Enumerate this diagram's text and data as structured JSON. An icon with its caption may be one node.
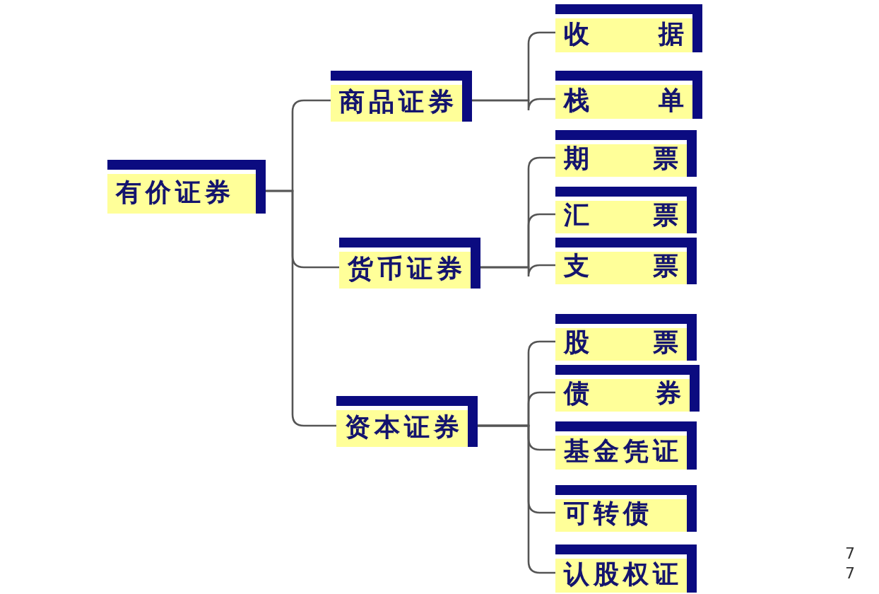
{
  "diagram": {
    "nodes": [
      {
        "text": [
          "有价证券"
        ]
      },
      {
        "text": [
          "商品证券"
        ]
      },
      {
        "text": [
          "货币证券"
        ]
      },
      {
        "text": [
          "资本证券"
        ]
      },
      {
        "text": [
          "收据"
        ]
      },
      {
        "text": [
          "栈单"
        ]
      },
      {
        "text": [
          "期票"
        ]
      },
      {
        "text": [
          "汇票"
        ]
      },
      {
        "text": [
          "支票"
        ]
      },
      {
        "text": [
          "股票"
        ]
      },
      {
        "text": [
          "债券"
        ]
      },
      {
        "text": [
          "基金凭证"
        ]
      },
      {
        "text": [
          "可转债"
        ]
      },
      {
        "text": [
          "认股权证"
        ]
      }
    ],
    "edges": [
      {
        "from": 0,
        "to": 1,
        "arrow": "none"
      },
      {
        "from": 0,
        "to": 2,
        "arrow": "none"
      },
      {
        "from": 0,
        "to": 3,
        "arrow": "none"
      },
      {
        "from": 1,
        "to": 4,
        "arrow": "none"
      },
      {
        "from": 1,
        "to": 5,
        "arrow": "none"
      },
      {
        "from": 2,
        "to": 6,
        "arrow": "none"
      },
      {
        "from": 2,
        "to": 7,
        "arrow": "none"
      },
      {
        "from": 2,
        "to": 8,
        "arrow": "none"
      },
      {
        "from": 3,
        "to": 9,
        "arrow": "none"
      },
      {
        "from": 3,
        "to": 10,
        "arrow": "none"
      },
      {
        "from": 3,
        "to": 11,
        "arrow": "none"
      },
      {
        "from": 3,
        "to": 12,
        "arrow": "none"
      },
      {
        "from": 3,
        "to": 13,
        "arrow": "none"
      }
    ],
    "labels": [
      "7",
      "7"
    ]
  }
}
